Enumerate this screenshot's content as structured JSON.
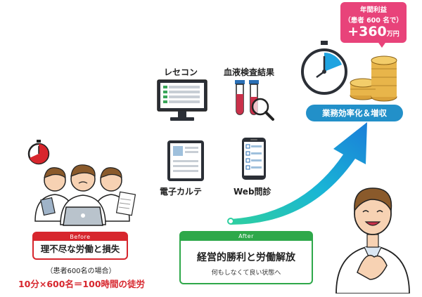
{
  "before": {
    "header": "Before",
    "title": "理不尽な労働と損失",
    "note": "（患者600名の場合）",
    "formula": "10分×600名＝100時間の徒労"
  },
  "after": {
    "header": "After",
    "title": "経営的勝利と労働解放",
    "subtitle": "何もしなくて良い状態へ"
  },
  "tools": {
    "receipt": "レセコン",
    "blood": "血液検査結果",
    "chart": "電子カルテ",
    "web": "Web問診"
  },
  "result": {
    "badge": "業務効率化＆増収",
    "profit_line1": "年間利益",
    "profit_line2": "（患者 600 名で）",
    "profit_amount": "+360",
    "profit_unit": "万円"
  },
  "colors": {
    "before": "#d7262d",
    "after": "#2ea84a",
    "badge": "#2290c9",
    "bubble": "#e8437a"
  }
}
